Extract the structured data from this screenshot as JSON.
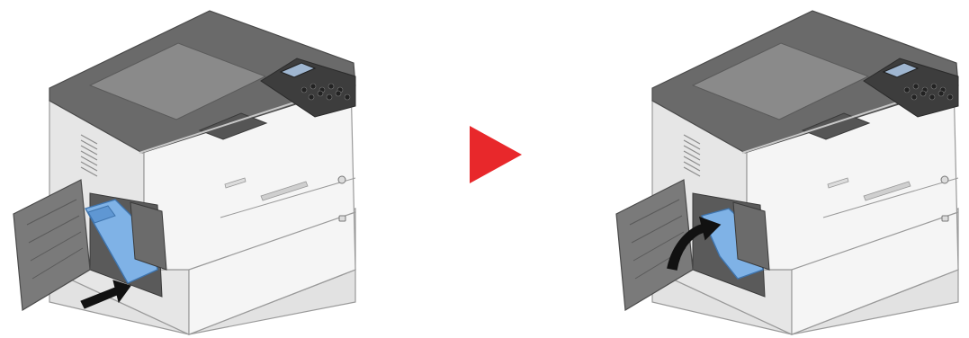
{
  "colors": {
    "top_dark": "#5f5f5f",
    "top_mid": "#7a7a7a",
    "top_light": "#9b9b9b",
    "body_white": "#f3f3f3",
    "body_shade": "#d9d9d9",
    "body_edge": "#b8b8b8",
    "line": "#6e6e6e",
    "panel_dark": "#3c3c3c",
    "toner_blue": "#7fb2e6",
    "toner_blue_dark": "#4d86c4",
    "arrow_black": "#111111",
    "next_red": "#e8282b"
  },
  "steps": [
    {
      "id": "step-1",
      "action": "insert-toner",
      "arrow_icon": "push-arrow-icon"
    },
    {
      "id": "step-2",
      "action": "close-cover",
      "arrow_icon": "curved-arrow-icon"
    }
  ],
  "between_icon": "next-step-triangle-icon"
}
